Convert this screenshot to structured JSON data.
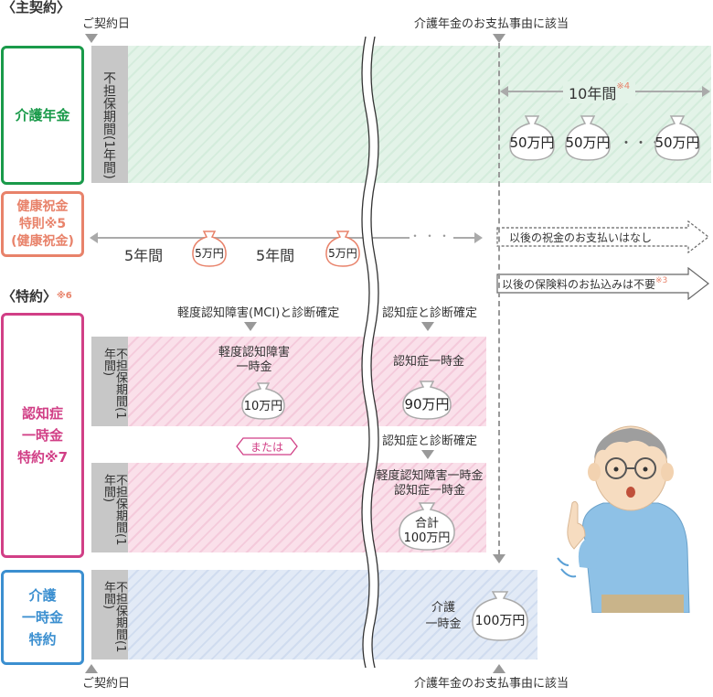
{
  "headings": {
    "main": "〈主契約〉",
    "rider": "〈特約〉",
    "rider_note": "※6"
  },
  "timeline": {
    "contract_day_top": "ご契約日",
    "event_top": "介護年金のお支払事由に該当",
    "contract_day_bottom": "ご契約日",
    "event_bottom": "介護年金のお支払事由に該当"
  },
  "rows": {
    "kaigo_nenkin": {
      "label": "介護年金",
      "exempt": "不担保期間(1年間)",
      "period": "10年間",
      "period_note": "※4",
      "bags": [
        "50万円",
        "50万円",
        "50万円"
      ],
      "dots": "・・・"
    },
    "kenko": {
      "label": "健康祝金\n特則※5\n(健康祝金)",
      "span1": "5年間",
      "span2": "5年間",
      "bag1": "5万円",
      "bag2": "5万円",
      "dots": "・・・",
      "notice1": "以後の祝金のお支払いはなし",
      "notice2": "以後の保険料のお払込みは不要",
      "notice2_note": "※3"
    },
    "ninchi": {
      "label": "認知症\n一時金\n特約※7",
      "exempt_a": "不担保期間(1年間)",
      "exempt_b": "不担保期間(1年間)",
      "mci_event": "軽度認知障害(MCI)と診断確定",
      "dem_event": "認知症と診断確定",
      "dem_event2": "認知症と診断確定",
      "mci_benefit": "軽度認知障害\n一時金",
      "mci_bag": "10万円",
      "dem_benefit": "認知症一時金",
      "dem_bag": "90万円",
      "or": "または",
      "combined_benefit": "軽度認知障害一時金\n認知症一時金",
      "combined_bag": "合計\n100万円"
    },
    "kaigo_ichiji": {
      "label": "介護\n一時金\n特約",
      "exempt": "不担保期間(1年間)",
      "benefit": "介護\n一時金",
      "bag": "100万円"
    }
  },
  "colors": {
    "green": "#1a9a4a",
    "salmon": "#e8826a",
    "magenta": "#d13f86",
    "blue": "#3b8fd0"
  }
}
